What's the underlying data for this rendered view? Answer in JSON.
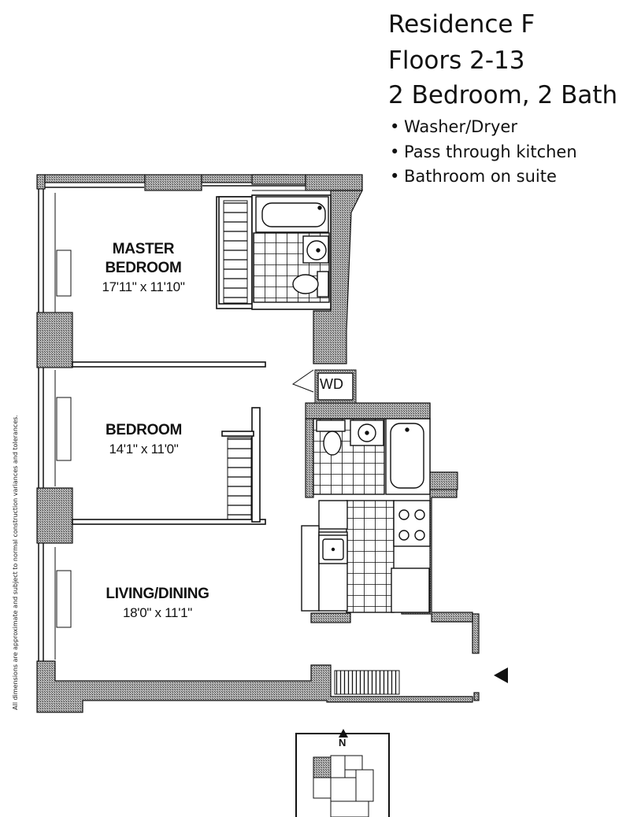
{
  "header": {
    "residence": "Residence F",
    "floors": "Floors 2-13",
    "layout": "2 Bedroom, 2 Bath"
  },
  "features": [
    "Washer/Dryer",
    "Pass through kitchen",
    "Bathroom on suite"
  ],
  "rooms": {
    "master": {
      "line1": "MASTER",
      "line2": "BEDROOM",
      "dims": "17'11\" x 11'10\""
    },
    "bedroom": {
      "name": "BEDROOM",
      "dims": "14'1\" x 11'0\""
    },
    "living": {
      "name": "LIVING/DINING",
      "dims": "18'0\" x 11'1\""
    }
  },
  "washer_dryer_label": "WD",
  "compass_label": "N",
  "disclaimer": "All dimensions are approximate and subject to normal construction variances and tolerances.",
  "colors": {
    "wall_fill": "#8a8a8a",
    "line": "#111111"
  }
}
